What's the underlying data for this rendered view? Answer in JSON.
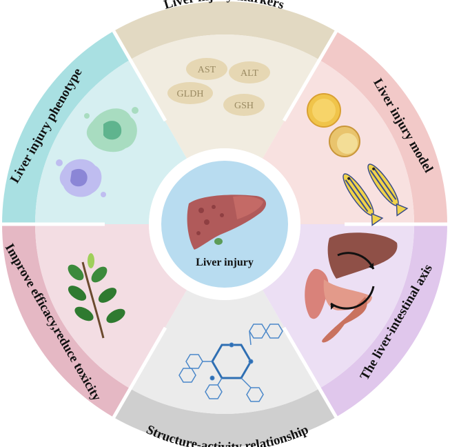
{
  "center": {
    "label": "Liver injury"
  },
  "segments": [
    {
      "label": "Liver injury markers",
      "outer_color": "#e2d9c2",
      "inner_color": "#f1ece0"
    },
    {
      "label": "Liver injury model",
      "outer_color": "#f2c9c8",
      "inner_color": "#f8e1e0"
    },
    {
      "label": "The liver-intestinal axis",
      "outer_color": "#e0c7ec",
      "inner_color": "#ecdff4"
    },
    {
      "label": "Structure-activity relationship",
      "outer_color": "#cfcfcf",
      "inner_color": "#ebebeb"
    },
    {
      "label": "Improve efficacy,reduce toxicity",
      "outer_color": "#e5b8c4",
      "inner_color": "#f3dde3"
    },
    {
      "label": "Liver injury phenotype",
      "outer_color": "#a9e0e2",
      "inner_color": "#d6eff1"
    }
  ],
  "markers": [
    "AST",
    "ALT",
    "GLDH",
    "GSH"
  ],
  "icons": {
    "markers": "marker-ovals",
    "model": "zebrafish-eggs-icon",
    "axis": "liver-intestine-cycle-icon",
    "sar": "molecule-hexagons-icon",
    "herb": "herb-branch-icon",
    "phenotype": "cells-icon",
    "center": "liver-icon"
  }
}
